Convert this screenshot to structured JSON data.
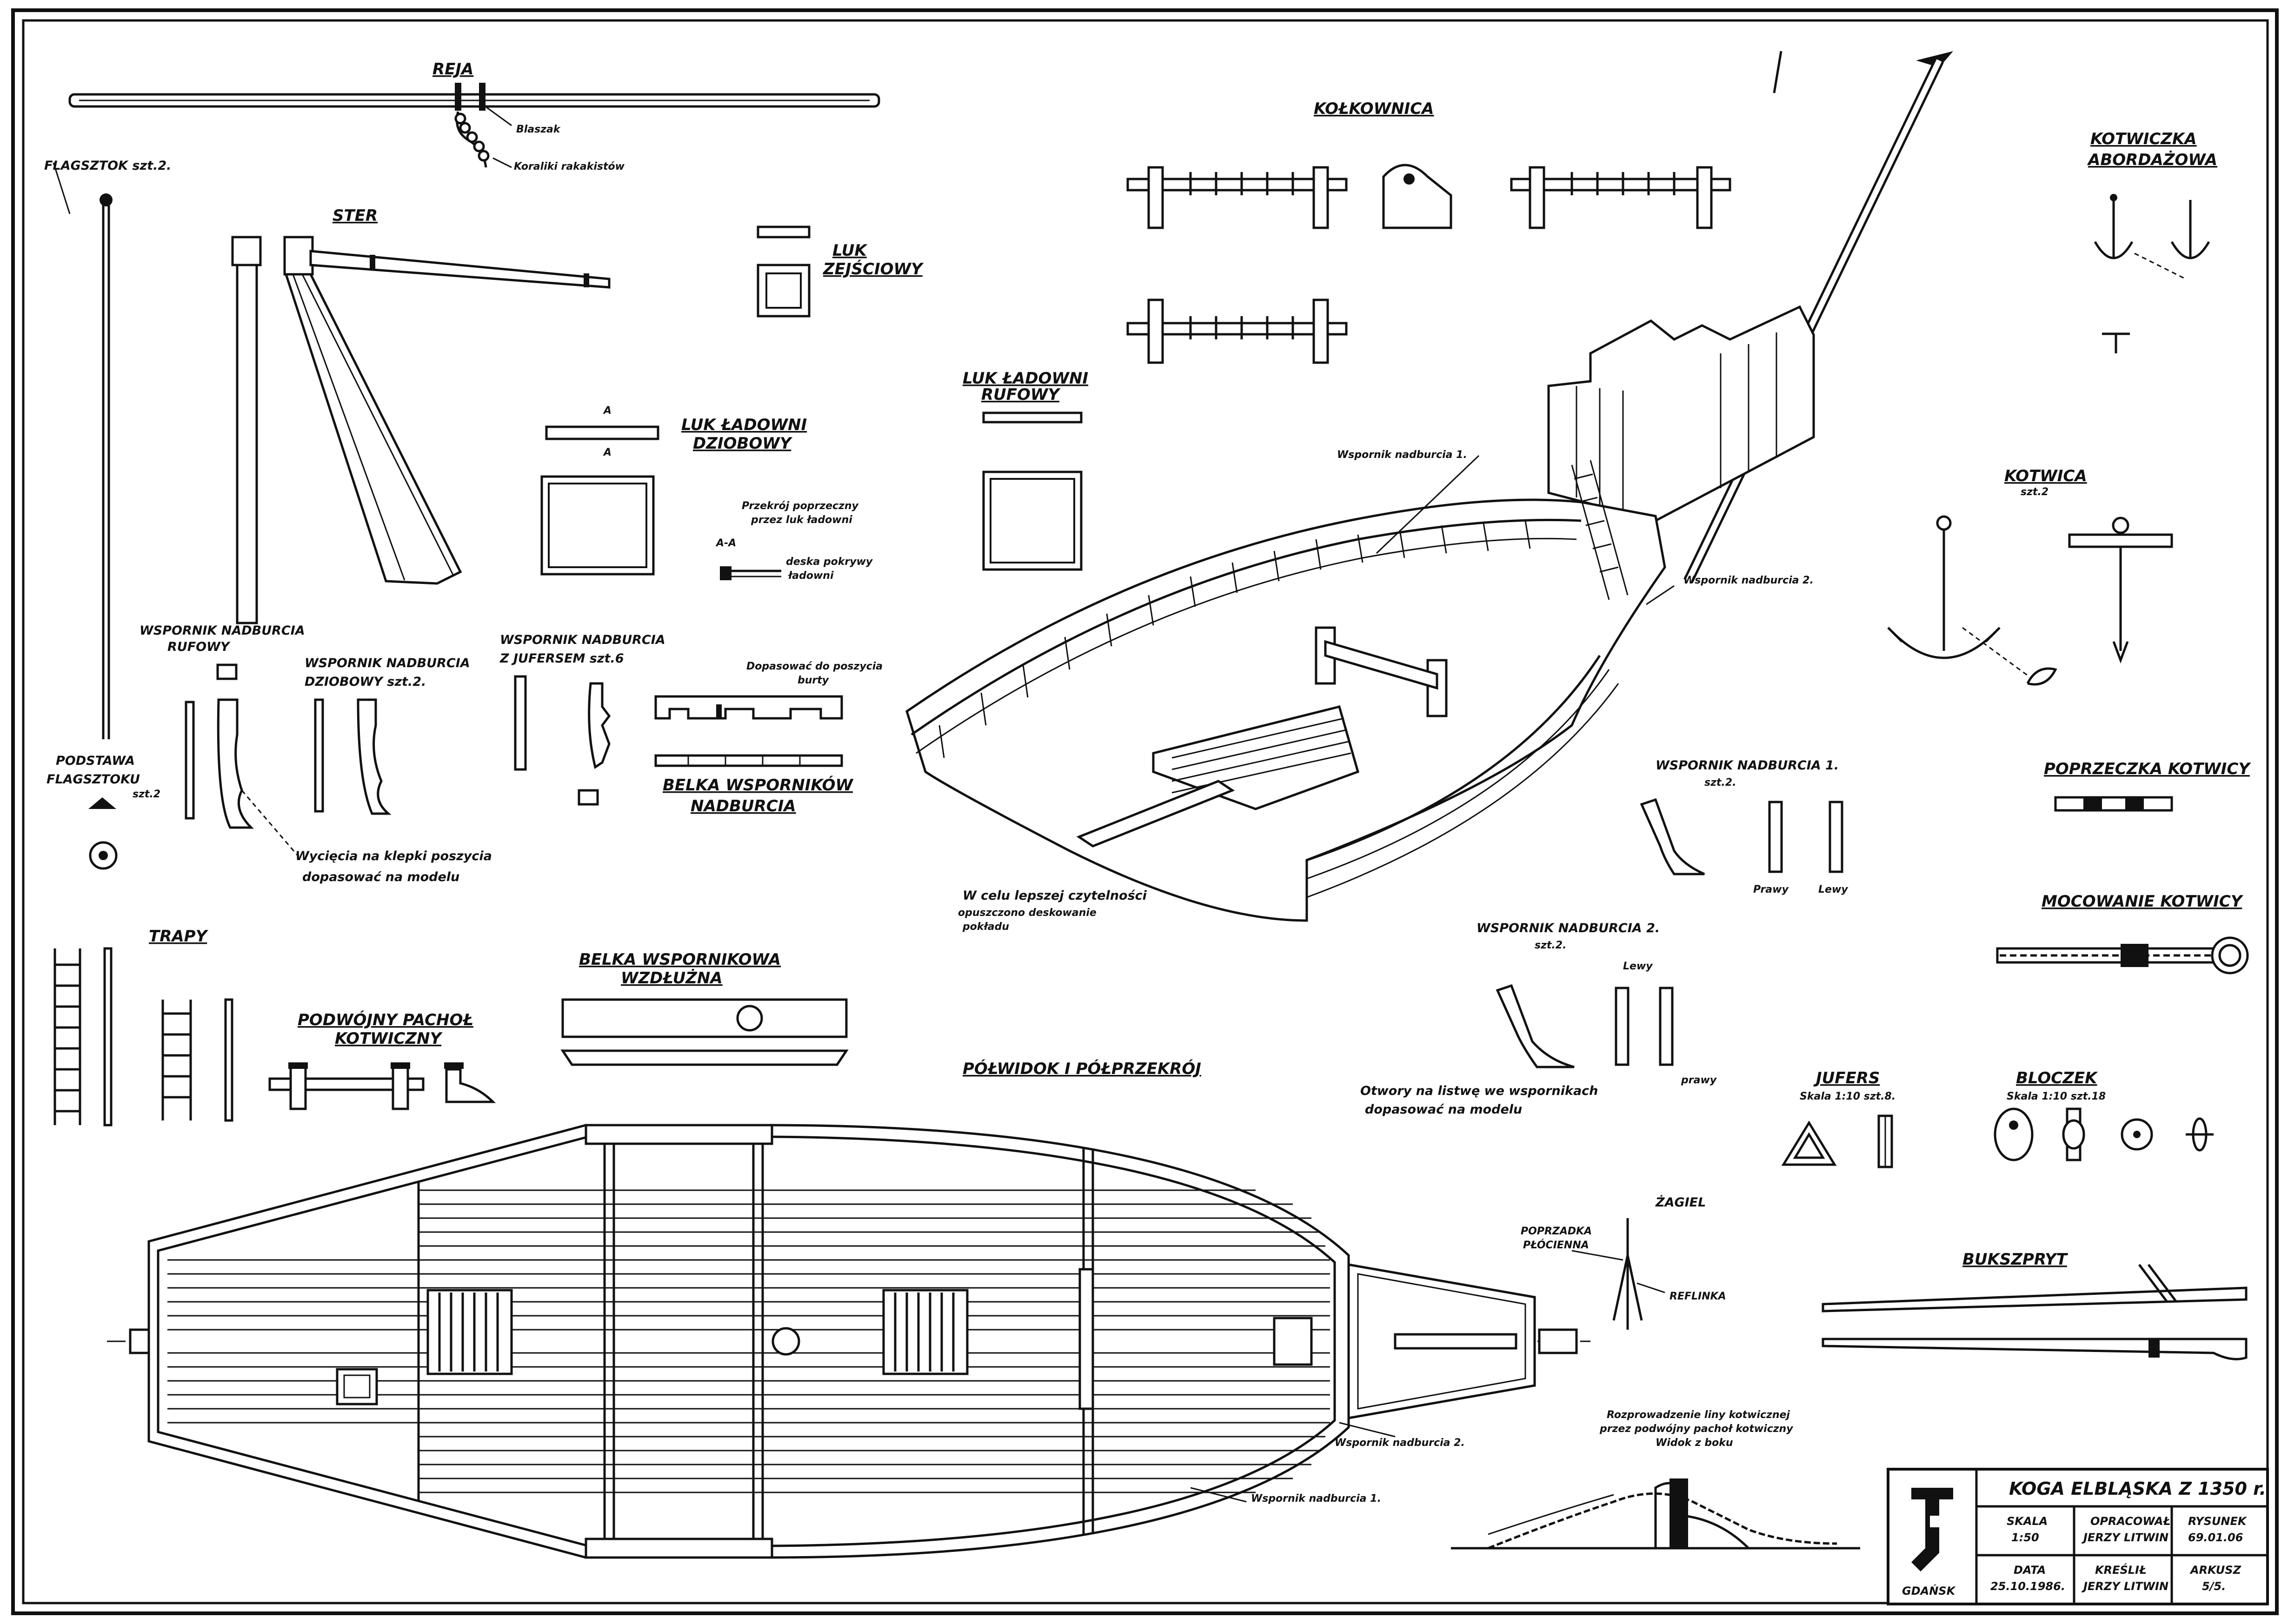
{
  "labels": {
    "reja": "REJA",
    "blaszak": "Blaszak",
    "koraliki": "Koraliki rakakistów",
    "flagsztok": "FLAGSZTOK szt.2.",
    "ster": "STER",
    "luk_zejsciowy_1": "LUK",
    "luk_zejsciowy_2": "ZEJŚCIOWY",
    "luk_dziobowy_1": "LUK ŁADOWNI",
    "luk_dziobowy_2": "DZIOBOWY",
    "luk_rufowy_1": "LUK ŁADOWNI",
    "luk_rufowy_2": "RUFOWY",
    "przekroj_1": "Przekrój poprzeczny",
    "przekroj_2": "przez luk ładowni",
    "aa": "A-A",
    "deska_1": "deska pokrywy",
    "deska_2": "ładowni",
    "kolkownica": "KOŁKOWNICA",
    "kotwiczka_1": "KOTWICZKA",
    "kotwiczka_2": "ABORDAŻOWA",
    "kotwica_1": "KOTWICA",
    "kotwica_2": "szt.2",
    "wspornik_1_persp": "Wspornik nadburcia 1.",
    "wspornik_2_persp": "Wspornik nadburcia 2.",
    "w_rufowy_1": "WSPORNIK NADBURCIA",
    "w_rufowy_2": "RUFOWY",
    "w_dziobowy_1": "WSPORNIK NADBURCIA",
    "w_dziobowy_2": "DZIOBOWY szt.2.",
    "w_jufers_1": "WSPORNIK NADBURCIA",
    "w_jufers_2": "Z JUFERSEM szt.6",
    "dopasowac_1": "Dopasować do poszycia",
    "dopasowac_2": "burty",
    "belka_w_1": "BELKA WSPORNIKÓW",
    "belka_w_2": "NADBURCIA",
    "podstawa_1": "PODSTAWA",
    "podstawa_2": "FLAGSZTOKU",
    "podstawa_3": "szt.2",
    "wyciecia_1": "Wycięcia na klepki poszycia",
    "wyciecia_2": "dopasować na modelu",
    "wcelu_1": "W celu lepszej czytelności",
    "wcelu_2": "opuszczono deskowanie",
    "wcelu_3": "pokładu",
    "w_nad1_1": "WSPORNIK NADBURCIA 1.",
    "w_nad1_2": "szt.2.",
    "prawy": "Prawy",
    "lewy": "Lewy",
    "poprzeczka": "POPRZECZKA KOTWICY",
    "mocowanie": "MOCOWANIE KOTWICY",
    "trapy": "TRAPY",
    "pachol_1": "PODWÓJNY PACHOŁ",
    "pachol_2": "KOTWICZNY",
    "belka_wzd_1": "BELKA WSPORNIKOWA",
    "belka_wzd_2": "WZDŁUŻNA",
    "polwidok": "PÓŁWIDOK I PÓŁPRZEKRÓJ",
    "w_nad2_1": "WSPORNIK NADBURCIA 2.",
    "w_nad2_2": "szt.2.",
    "lewy2": "Lewy",
    "prawy2": "prawy",
    "otwory_1": "Otwory na listwę we wspornikach",
    "otwory_2": "dopasować na modelu",
    "jufers": "JUFERS",
    "jufers_skala": "Skala 1:10  szt.8.",
    "bloczek": "BLOCZEK",
    "bloczek_skala": "Skala 1:10  szt.18",
    "zagiel": "ŻAGIEL",
    "poprzeczka_pl_1": "POPRZADKA",
    "poprzeczka_pl_2": "PŁÓCIENNA",
    "reflinka": "REFLINKA",
    "bukszpryt": "BUKSZPRYT",
    "wsp2_plan": "Wspornik nadburcia 2.",
    "wsp1_plan": "Wspornik nadburcia 1.",
    "prowadzenie_1": "Rozprowadzenie liny kotwicznej",
    "prowadzenie_2": "przez podwójny pachoł kotwiczny",
    "prowadzenie_3": "Widok z boku"
  },
  "title_block": {
    "title": "KOGA ELBLĄSKA Z 1350 r.",
    "city": "GDAŃSK",
    "skala_label": "SKALA",
    "skala": "1:50",
    "opracowal_label": "OPRACOWAŁ",
    "opracowal": "JERZY LITWIN",
    "rysunek_label": "RYSUNEK",
    "rysunek": "69.01.06",
    "data_label": "DATA",
    "data": "25.10.1986.",
    "kreslil_label": "KREŚLIŁ",
    "kreslil": "JERZY LITWIN",
    "arkusz_label": "ARKUSZ",
    "arkusz": "5/5."
  }
}
